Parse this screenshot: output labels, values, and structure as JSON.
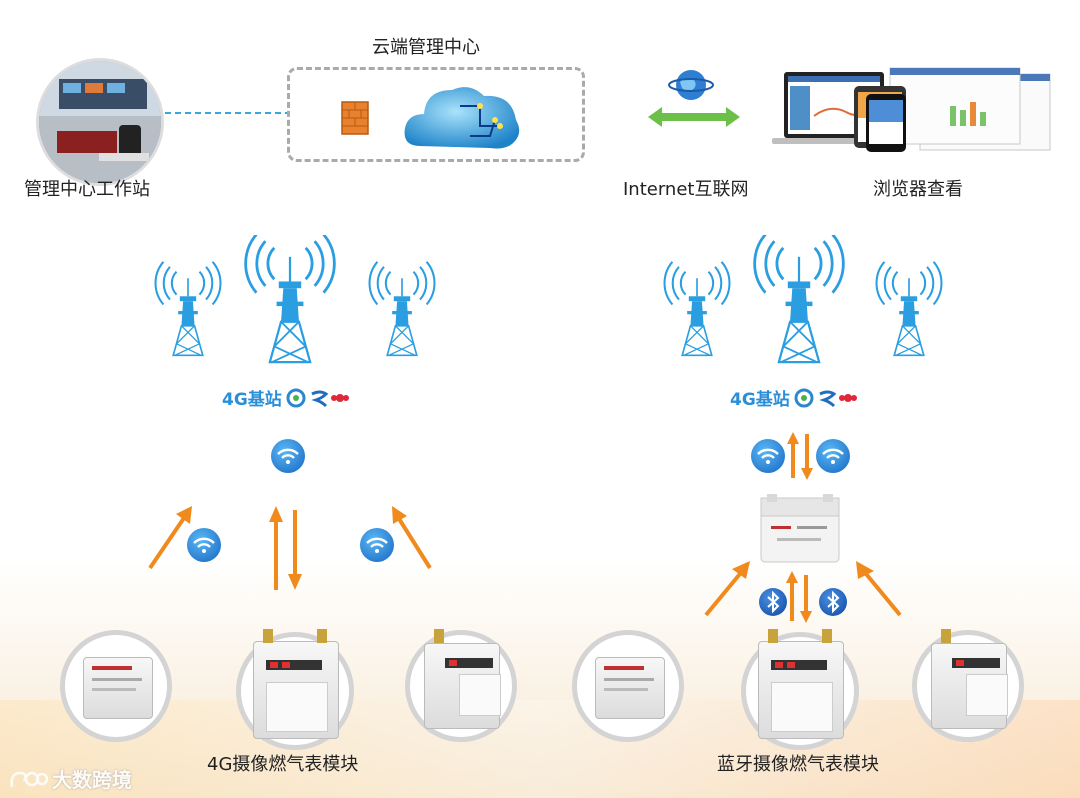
{
  "top": {
    "cloud_center_label": "云端管理中心",
    "workstation_label": "管理中心工作站",
    "internet_label": "Internet互联网",
    "browser_label": "浏览器查看"
  },
  "left_group": {
    "base_station_label": "4G基站",
    "module_label": "4G摄像燃气表模块"
  },
  "right_group": {
    "base_station_label": "4G基站",
    "module_label": "蓝牙摄像燃气表模块"
  },
  "watermark": {
    "text": "大数跨境"
  },
  "colors": {
    "arrow_orange": "#f08a1c",
    "tower_blue": "#2a9ee0",
    "label_blue": "#2a8fd8",
    "link_green": "#5cb85c"
  }
}
